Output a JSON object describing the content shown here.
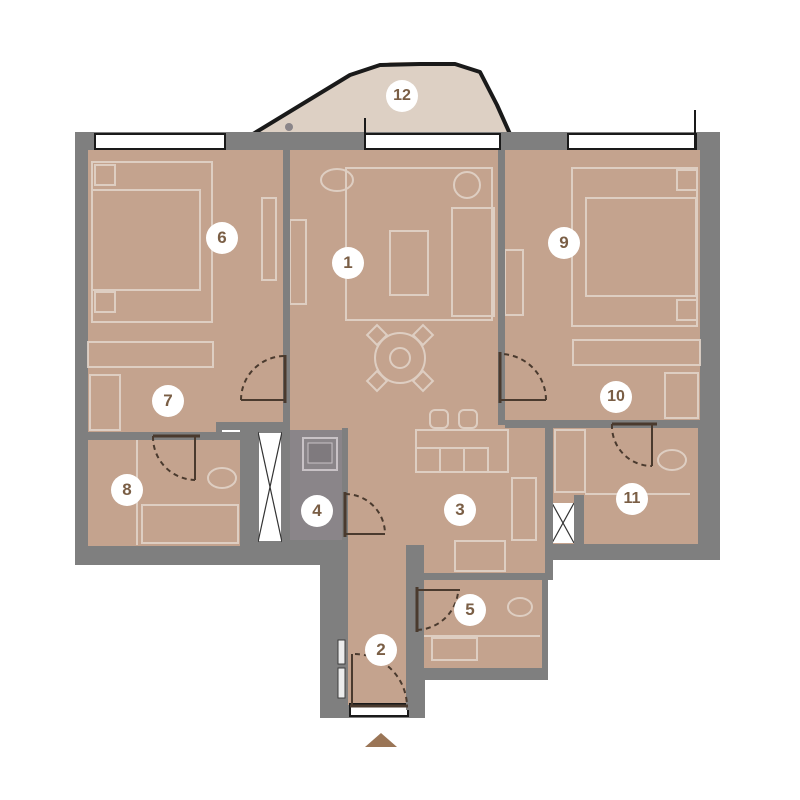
{
  "floorplan": {
    "colors": {
      "wall": "#7f7f7f",
      "floor": "#c4a38e",
      "balcony": "#ddd0c4",
      "utility_floor": "#8a8589",
      "furniture_line": "#e3d6cc",
      "door_line": "#4a3a2e",
      "badge_bg": "#ffffff",
      "badge_text": "#7a5e45",
      "entry_arrow": "#9a7556"
    },
    "rooms": [
      {
        "id": "1",
        "label": "1",
        "type": "living-dining"
      },
      {
        "id": "2",
        "label": "2",
        "type": "entrance-hall"
      },
      {
        "id": "3",
        "label": "3",
        "type": "kitchen"
      },
      {
        "id": "4",
        "label": "4",
        "type": "laundry"
      },
      {
        "id": "5",
        "label": "5",
        "type": "guest-wc"
      },
      {
        "id": "6",
        "label": "6",
        "type": "bedroom"
      },
      {
        "id": "7",
        "label": "7",
        "type": "dressing-room"
      },
      {
        "id": "8",
        "label": "8",
        "type": "bathroom"
      },
      {
        "id": "9",
        "label": "9",
        "type": "bedroom"
      },
      {
        "id": "10",
        "label": "10",
        "type": "dressing-room"
      },
      {
        "id": "11",
        "label": "11",
        "type": "bathroom"
      },
      {
        "id": "12",
        "label": "12",
        "type": "balcony"
      }
    ],
    "entry_marker": "entry-arrow"
  }
}
